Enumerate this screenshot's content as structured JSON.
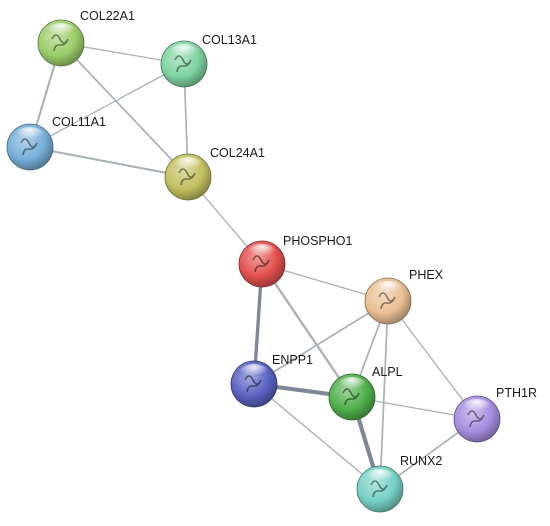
{
  "network": {
    "nodes": [
      {
        "id": "COL22A1",
        "label": "COL22A1",
        "color": "#9ccd6a"
      },
      {
        "id": "COL13A1",
        "label": "COL13A1",
        "color": "#7fd3a0"
      },
      {
        "id": "COL11A1",
        "label": "COL11A1",
        "color": "#77aed8"
      },
      {
        "id": "COL24A1",
        "label": "COL24A1",
        "color": "#c2c060"
      },
      {
        "id": "PHOSPHO1",
        "label": "PHOSPHO1",
        "color": "#e2504e"
      },
      {
        "id": "PHEX",
        "label": "PHEX",
        "color": "#e9bf93"
      },
      {
        "id": "ENPP1",
        "label": "ENPP1",
        "color": "#5a62c0"
      },
      {
        "id": "ALPL",
        "label": "ALPL",
        "color": "#4fb04a"
      },
      {
        "id": "PTH1R",
        "label": "PTH1R",
        "color": "#a58ee0"
      },
      {
        "id": "RUNX2",
        "label": "RUNX2",
        "color": "#77d0c4"
      }
    ],
    "edges": [
      {
        "source": "COL22A1",
        "target": "COL13A1",
        "weight": 1
      },
      {
        "source": "COL22A1",
        "target": "COL11A1",
        "weight": 1.6
      },
      {
        "source": "COL22A1",
        "target": "COL24A1",
        "weight": 1.3
      },
      {
        "source": "COL13A1",
        "target": "COL11A1",
        "weight": 1
      },
      {
        "source": "COL13A1",
        "target": "COL24A1",
        "weight": 1.3
      },
      {
        "source": "COL11A1",
        "target": "COL24A1",
        "weight": 1.6
      },
      {
        "source": "COL24A1",
        "target": "PHOSPHO1",
        "weight": 1
      },
      {
        "source": "PHOSPHO1",
        "target": "PHEX",
        "weight": 1
      },
      {
        "source": "PHOSPHO1",
        "target": "ENPP1",
        "weight": 2.6
      },
      {
        "source": "PHOSPHO1",
        "target": "ALPL",
        "weight": 1.8
      },
      {
        "source": "PHEX",
        "target": "ENPP1",
        "weight": 1.3
      },
      {
        "source": "PHEX",
        "target": "ALPL",
        "weight": 1.3
      },
      {
        "source": "PHEX",
        "target": "RUNX2",
        "weight": 1.3
      },
      {
        "source": "PHEX",
        "target": "PTH1R",
        "weight": 1
      },
      {
        "source": "ENPP1",
        "target": "ALPL",
        "weight": 3.2
      },
      {
        "source": "ENPP1",
        "target": "RUNX2",
        "weight": 1
      },
      {
        "source": "ALPL",
        "target": "RUNX2",
        "weight": 3.2
      },
      {
        "source": "ALPL",
        "target": "PTH1R",
        "weight": 1
      },
      {
        "source": "RUNX2",
        "target": "PTH1R",
        "weight": 1.3
      }
    ]
  }
}
